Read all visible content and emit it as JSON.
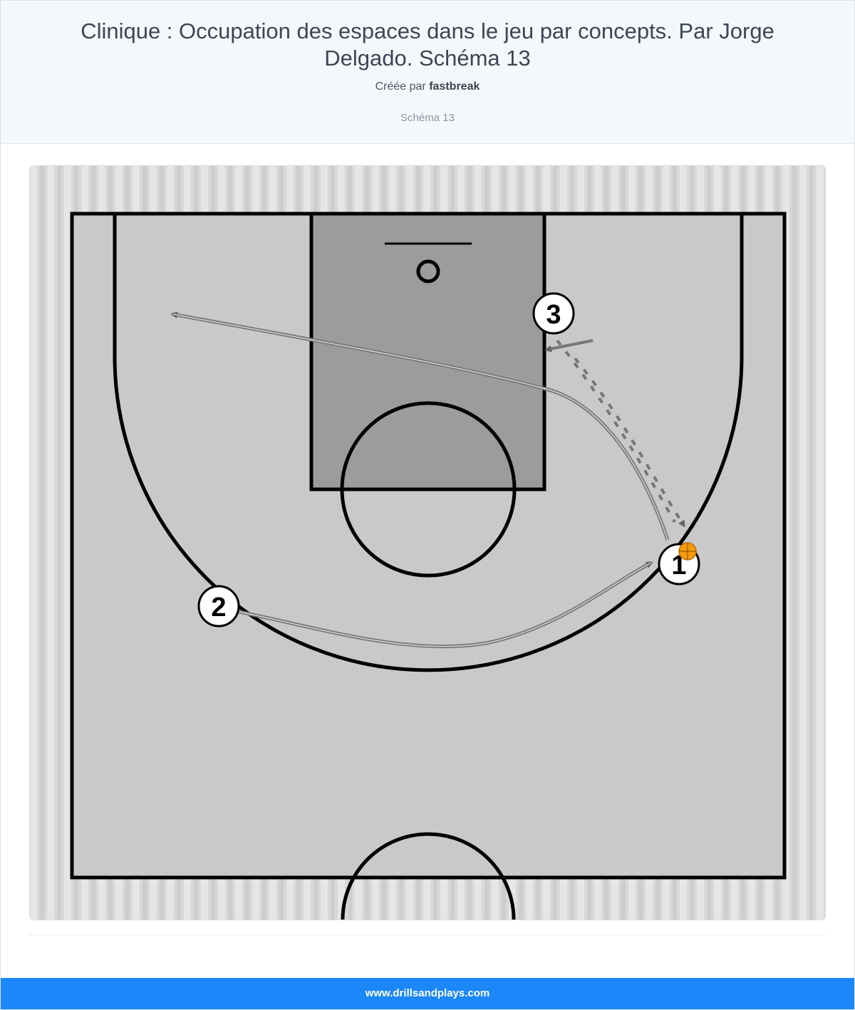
{
  "header": {
    "title": "Clinique : Occupation des espaces dans le jeu par concepts. Par Jorge Delgado. Schéma 13",
    "created_by_prefix": "Créée par",
    "author": "fastbreak",
    "subtitle": "Schéma 13"
  },
  "diagram": {
    "players": [
      {
        "number": "1",
        "has_ball": true
      },
      {
        "number": "2",
        "has_ball": false
      },
      {
        "number": "3",
        "has_ball": false
      }
    ],
    "icons": {
      "ball": "basketball-icon"
    }
  },
  "footer": {
    "link_text": "www.drillsandplays.com"
  },
  "colors": {
    "header_bg": "#f4f8fc",
    "footer_bg": "#1b87f8",
    "court_floor": "#c8c8c8",
    "paint": "#9a9a9a",
    "line": "#000000",
    "ball": "#f39c12"
  }
}
